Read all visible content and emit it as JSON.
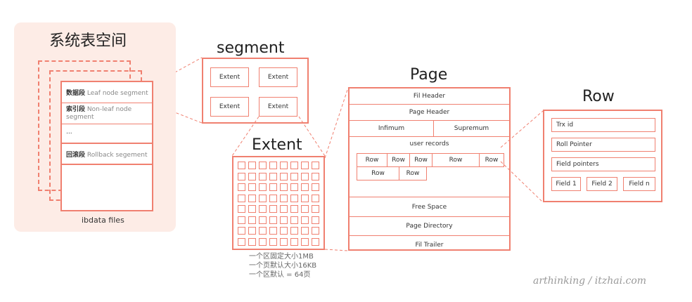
{
  "tablespace": {
    "title": "系统表空间",
    "segments": [
      {
        "cn": "数据段",
        "en": "Leaf node segment"
      },
      {
        "cn": "索引段",
        "en": "Non-leaf node segment"
      },
      {
        "cn": "",
        "en": "..."
      },
      {
        "cn": "回滚段",
        "en": "Rollback segement"
      }
    ],
    "footer": "ibdata files"
  },
  "segment": {
    "title": "segment",
    "extents": [
      "Extent",
      "Extent",
      "Extent",
      "Extent"
    ]
  },
  "extent": {
    "title": "Extent",
    "notes": [
      "一个区固定大小1MB",
      "一个页默认大小16KB",
      "一个区默认 = 64页"
    ]
  },
  "page": {
    "title": "Page",
    "fil_header": "Fil Header",
    "page_header": "Page Header",
    "infimum": "Infimum",
    "supremum": "Supremum",
    "user_records": "user records",
    "rows_top": [
      "Row",
      "Row",
      "Row",
      "Row",
      "Row"
    ],
    "rows_bottom": [
      "Row",
      "Row"
    ],
    "free_space": "Free Space",
    "page_directory": "Page Directory",
    "fil_trailer": "Fil Trailer"
  },
  "row": {
    "title": "Row",
    "trx_id": "Trx id",
    "roll_pointer": "Roll Pointer",
    "field_pointers": "Field pointers",
    "fields": [
      "Field 1",
      "Field 2",
      "Field n"
    ]
  },
  "watermark": "arthinking / itzhai.com",
  "colors": {
    "accent": "#f08070",
    "panel": "#fdece6"
  }
}
